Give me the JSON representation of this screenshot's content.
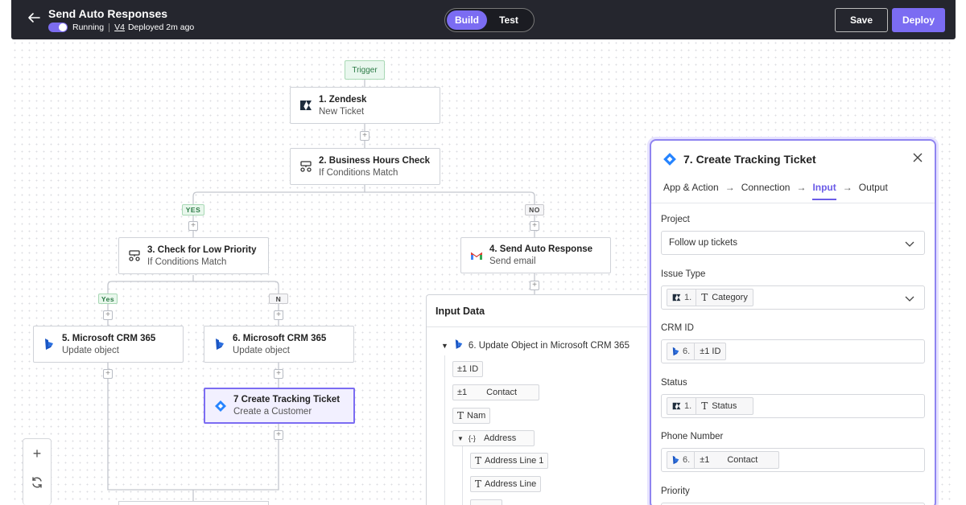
{
  "header": {
    "title": "Send Auto Responses",
    "status": "Running",
    "version": "V4",
    "deployed": "Deployed 2m ago",
    "mode_build": "Build",
    "mode_test": "Test",
    "save_label": "Save",
    "deploy_label": "Deploy"
  },
  "flow": {
    "trigger_label": "Trigger",
    "nodes": [
      {
        "title": "1. Zendesk",
        "subtitle": "New Ticket"
      },
      {
        "title": "2. Business Hours Check",
        "subtitle": "If Conditions Match"
      },
      {
        "title": "3. Check for Low Priority",
        "subtitle": "If Conditions Match"
      },
      {
        "title": "4. Send Auto Response",
        "subtitle": "Send email"
      },
      {
        "title": "5. Microsoft CRM 365",
        "subtitle": "Update object"
      },
      {
        "title": "6. Microsoft CRM 365",
        "subtitle": "Update object"
      },
      {
        "title": "7 Create Tracking Ticket",
        "subtitle": "Create a Customer"
      }
    ],
    "branch_yes": "YES",
    "branch_no": "NO",
    "branch_yes_small": "Yes",
    "branch_no_small": "N",
    "zoom_in": "+"
  },
  "input_data": {
    "title": "Input Data",
    "group_title": "6. Update Object in Microsoft CRM 365",
    "fields": [
      {
        "sym": "±1",
        "label": "ID"
      },
      {
        "sym": "±1",
        "label": "Contact"
      },
      {
        "sym": "T",
        "label": "Nam"
      },
      {
        "sym": "{-}",
        "label": "Address"
      },
      {
        "sym": "T",
        "label": "Address Line 1"
      },
      {
        "sym": "T",
        "label": "Address Line"
      }
    ]
  },
  "panel": {
    "title": "7. Create Tracking Ticket",
    "steps": [
      "App & Action",
      "Connection",
      "Input",
      "Output"
    ],
    "project_label": "Project",
    "project_value": "Follow up tickets",
    "issue_label": "Issue Type",
    "issue_num": "1.",
    "issue_value": "Category",
    "crm_label": "CRM ID",
    "crm_num": "6.",
    "crm_value": "±1 ID",
    "status_label": "Status",
    "status_num": "1.",
    "status_value": "Status",
    "phone_label": "Phone Number",
    "phone_num": "6.",
    "phone_sym": "±1",
    "phone_value": "Contact",
    "priority_label": "Priority"
  },
  "colors": {
    "accent": "#7b6cf2",
    "topbar": "#25262e",
    "yes_green": "#2b7a45"
  }
}
